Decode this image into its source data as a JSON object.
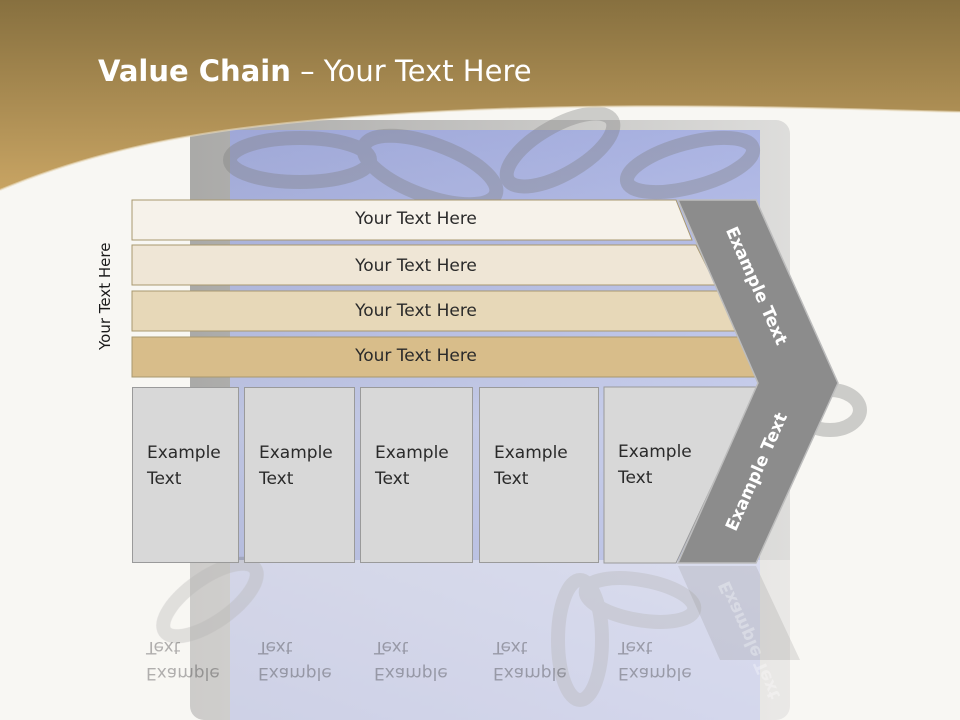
{
  "slide": {
    "title_bold": "Value Chain",
    "title_rest": " – Your Text Here",
    "side_label": "Your Text Here",
    "rows": [
      {
        "label": "Your Text Here",
        "fill": "#f6f2ea"
      },
      {
        "label": "Your Text Here",
        "fill": "#efe6d6"
      },
      {
        "label": "Your Text Here",
        "fill": "#e7d8b8"
      },
      {
        "label": "Your Text Here",
        "fill": "#d8bd8a"
      }
    ],
    "columns": [
      {
        "label": "Example\nText"
      },
      {
        "label": "Example\nText"
      },
      {
        "label": "Example\nText"
      },
      {
        "label": "Example\nText"
      },
      {
        "label": "Example\nText"
      }
    ],
    "chevron": {
      "top_label": "Example Text",
      "bottom_label": "Example Text"
    },
    "colors": {
      "header_gold": "#b08a4a",
      "chevron_gray": "#8c8c8c",
      "column_gray": "#d8d8d8"
    }
  }
}
